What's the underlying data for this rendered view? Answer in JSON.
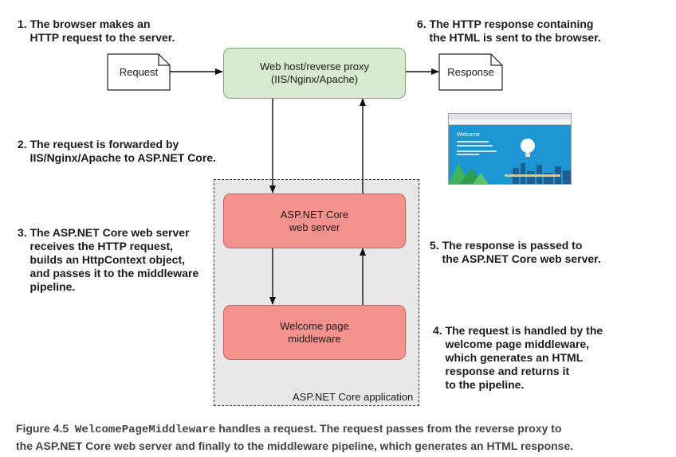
{
  "annotations": {
    "step1": "1. The browser makes an\n    HTTP request to the server.",
    "step2": "2. The request is forwarded by\n    IIS/Nginx/Apache to ASP.NET Core.",
    "step3": "3. The ASP.NET Core web server\n    receives the HTTP request,\n    builds an HttpContext object,\n    and passes it to the middleware\n    pipeline.",
    "step4": "4. The request is handled by the\n    welcome page middleware,\n    which generates an HTML\n    response and returns it\n    to the pipeline.",
    "step5": "5. The response is passed to\n    the ASP.NET Core web server.",
    "step6": "6. The HTTP response containing\n    the HTML is sent to the browser."
  },
  "documents": {
    "request": "Request",
    "response": "Response"
  },
  "boxes": {
    "proxy": "Web host/reverse proxy\n(IIS/Nginx/Apache)",
    "webserver": "ASP.NET Core\nweb server",
    "middleware": "Welcome page\nmiddleware",
    "application": "ASP.NET Core application"
  },
  "thumbnail": {
    "heading": "Welcome"
  },
  "caption": {
    "figure": "Figure 4.5",
    "code": "WelcomePageMiddleware",
    "text_line1": " handles a request. The request passes from the reverse proxy to",
    "text_line2": "the ASP.NET Core web server and finally to the middleware pipeline, which generates an HTML response."
  },
  "colors": {
    "proxy_fill": "#d7ead0",
    "server_fill": "#f4938e",
    "app_fill": "#e8e8e8",
    "thumb_blue": "#1e96d3"
  }
}
